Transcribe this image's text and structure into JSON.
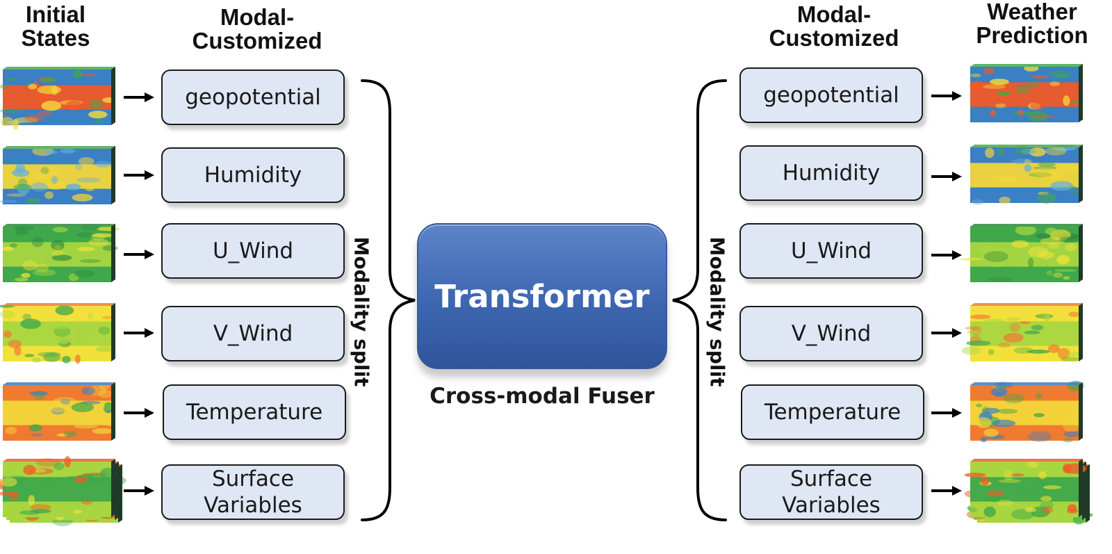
{
  "headers": {
    "left_input": [
      "Initial",
      "States"
    ],
    "left_modal": [
      "Modal-",
      "Customized"
    ],
    "right_modal": [
      "Modal-",
      "Customized"
    ],
    "right_output": [
      "Weather",
      "Prediction"
    ]
  },
  "modalities": [
    {
      "lines": [
        "geopotential"
      ]
    },
    {
      "lines": [
        "Humidity"
      ]
    },
    {
      "lines": [
        "U_Wind"
      ]
    },
    {
      "lines": [
        "V_Wind"
      ]
    },
    {
      "lines": [
        "Temperature"
      ]
    },
    {
      "lines": [
        "Surface",
        "Variables"
      ]
    }
  ],
  "split_label": "Modality split",
  "transformer_label": "Transformer",
  "fuser_label": "Cross-modal Fuser",
  "thumbnail_palettes": [
    {
      "name": "geopotential-map",
      "colors": [
        "#3b7fc4",
        "#f05a28",
        "#f5e03c",
        "#3fa84a"
      ]
    },
    {
      "name": "humidity-map",
      "colors": [
        "#3b7fc4",
        "#f2d63a",
        "#5fb0e0",
        "#4aa84e"
      ]
    },
    {
      "name": "u-wind-map",
      "colors": [
        "#3fa84a",
        "#a8d640",
        "#f2e13a",
        "#2e8b3e"
      ]
    },
    {
      "name": "v-wind-map",
      "colors": [
        "#f2e13a",
        "#a8d640",
        "#3fa84a",
        "#f07a30"
      ]
    },
    {
      "name": "temperature-map",
      "colors": [
        "#f07a30",
        "#f2d63a",
        "#3fa84a",
        "#3b7fc4"
      ]
    },
    {
      "name": "surface-map",
      "colors": [
        "#a8d640",
        "#3fa84a",
        "#f2e13a",
        "#f05a28"
      ]
    }
  ]
}
